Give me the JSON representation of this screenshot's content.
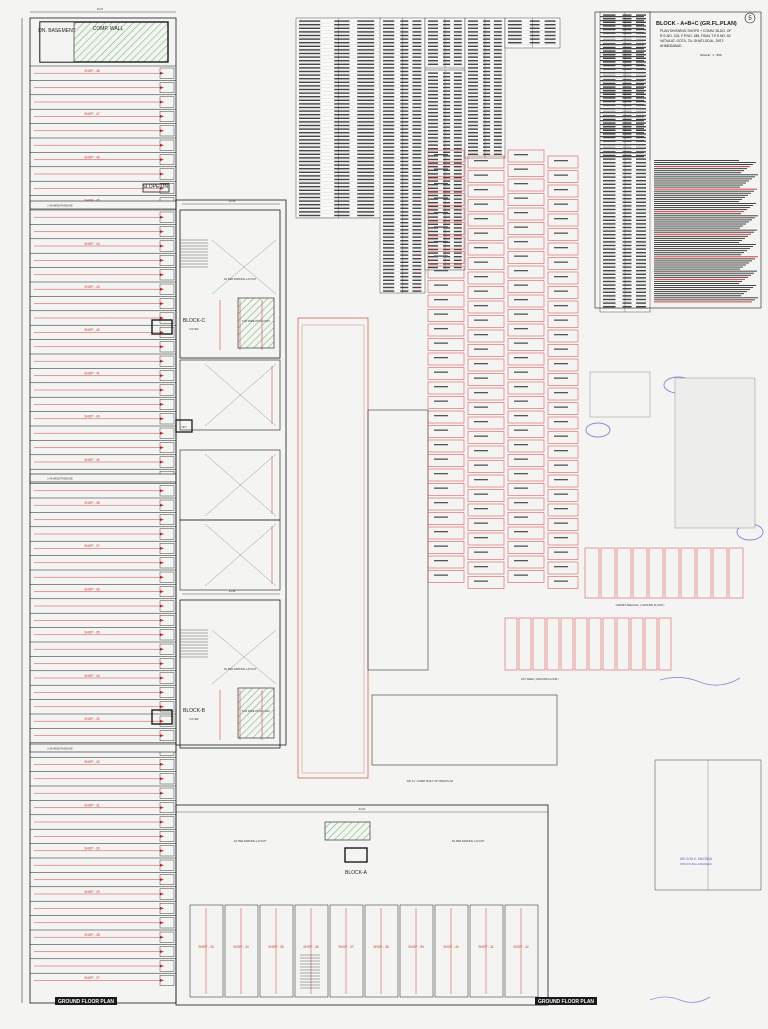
{
  "sheet": {
    "sheet_number": "5",
    "title": "BLOCK - A+B+C (GR.FL.PLAN)",
    "title_lines": [
      "PLAN SHOWING SHOPS + COMM. BLDG. OF",
      "R.S.NO. 233, F.P.NO. 188, FINAL T.P.S.NO. 82",
      "VATVA AT: GOTA, TA: GHATLODIA , DIST:",
      "AHMEDABAD."
    ],
    "scale_note": "SCALE : 1 : 500",
    "accent_color": "#d42a2a",
    "line_color": "#1a1a1a",
    "hatch_color": "#7bb87b"
  },
  "plan_labels": {
    "comp_wall": "COMP. WALL",
    "dn_basement": "DN. BASEMENT",
    "slope_dn": "SLOPE DN.",
    "passage": "2.49 WIDE PASSAGE",
    "parking_layout": "AS PER PARKING LAYOUT",
    "block_c": "BLOCK-C",
    "block_b": "BLOCK-B",
    "block_a": "BLOCK-A",
    "foyer": "FOYER",
    "lift": "LIFT",
    "wide_patch": "6.00 WIDE PATCH WAY",
    "ground_floor_plan": "GROUND FLOOR PLAN",
    "ground_floor_plan_right": "GROUND FLOOR PLAN",
    "carpet_area_ground": "CARPET AREA DIA. ( GROUND FLOOR )",
    "lift_area_ground": "LIFT AREA ( GROUND FLOOR )",
    "open_space_plan": "GR. FL. COMM. BUILT UP OPEN PLAN",
    "dim_top": "16.27",
    "dim_block_c": "13.99",
    "dim_block_b": "13.99",
    "dim_block_a": "42.51"
  },
  "shop_labels": [
    "SHOP - 48",
    "SHOP - 47",
    "SHOP - 46",
    "SHOP - 45",
    "SHOP - 44",
    "SHOP - 43",
    "SHOP - 42",
    "SHOP - 41",
    "SHOP - 40",
    "SHOP - 39",
    "SHOP - 38",
    "SHOP - 37",
    "SHOP - 36",
    "SHOP - 35",
    "SHOP - 34",
    "SHOP - 33",
    "SHOP - 32",
    "SHOP - 31",
    "SHOP - 30",
    "SHOP - 29",
    "SHOP - 28",
    "SHOP - 27"
  ],
  "bottom_shops": [
    "SHOP - 33",
    "SHOP - 34",
    "SHOP - 35",
    "SHOP - 36",
    "SHOP - 37",
    "SHOP - 38",
    "SHOP - 39",
    "SHOP - 40",
    "SHOP - 41",
    "SHOP - 42"
  ],
  "stamps": {
    "signature_block": "NELSON K. MACWAN",
    "signature_sub": "STRUCTURAL ENGINEER"
  }
}
